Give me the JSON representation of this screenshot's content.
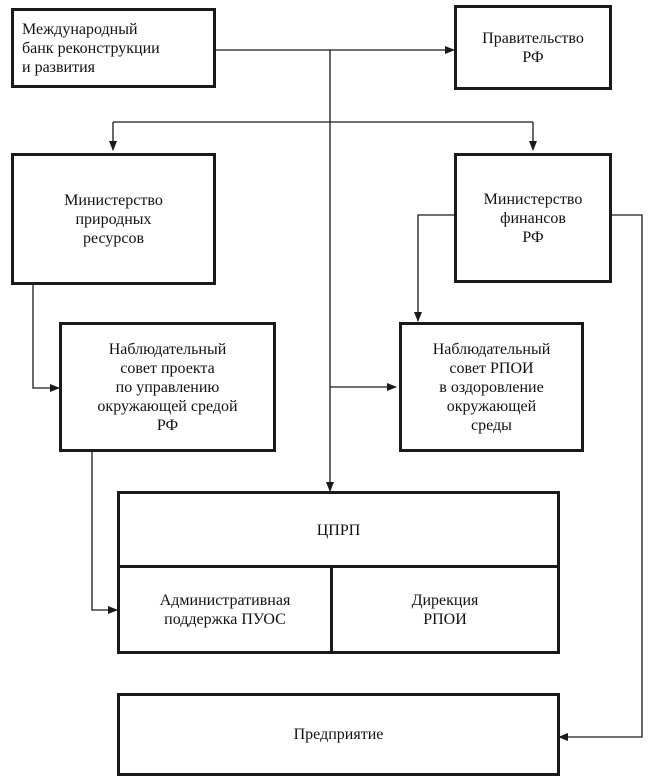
{
  "nodes": {
    "ibrd": "Международный\nбанк реконструкции\nи развития",
    "government": "Правительство\nРФ",
    "ministry_resources": "Министерство\nприродных\nресурсов",
    "ministry_finance": "Министерство\nфинансов\nРФ",
    "council_env": "Наблюдательный\nсовет проекта\nпо управлению\nокружающей средой\nРФ",
    "council_rpoi": "Наблюдательный\nсовет РПОИ\nв оздоровление\nокружающей\nсреды",
    "cprp": "ЦПРП",
    "admin_support": "Административная\nподдержка ПУОС",
    "directorate": "Дирекция\nРПОИ",
    "enterprise": "Предприятие"
  },
  "colors": {
    "line": "#1a1a1a",
    "background": "#ffffff"
  }
}
